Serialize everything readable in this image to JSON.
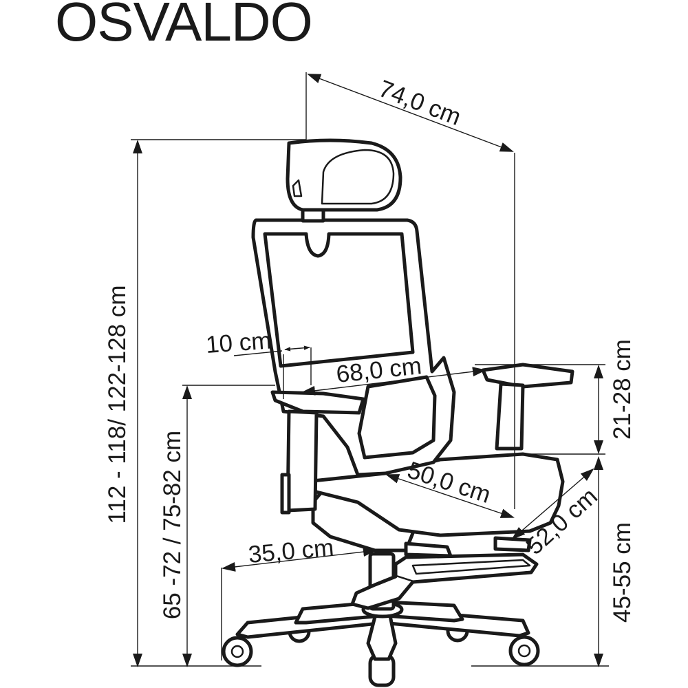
{
  "title": "OSVALDO",
  "dimensions": {
    "width_diagonal": "74,0 cm",
    "total_height": "112 - 118/ 122-128 cm",
    "armrest_height": "65 -72 / 75-82 cm",
    "armrest_pad_width": "10 cm",
    "armrest_spacing": "68,0 cm",
    "seat_width": "50,0 cm",
    "seat_depth": "52,0 cm",
    "footrest_depth": "35,0 cm",
    "armrest_above_seat": "21-28 cm",
    "seat_height": "45-55 cm"
  }
}
